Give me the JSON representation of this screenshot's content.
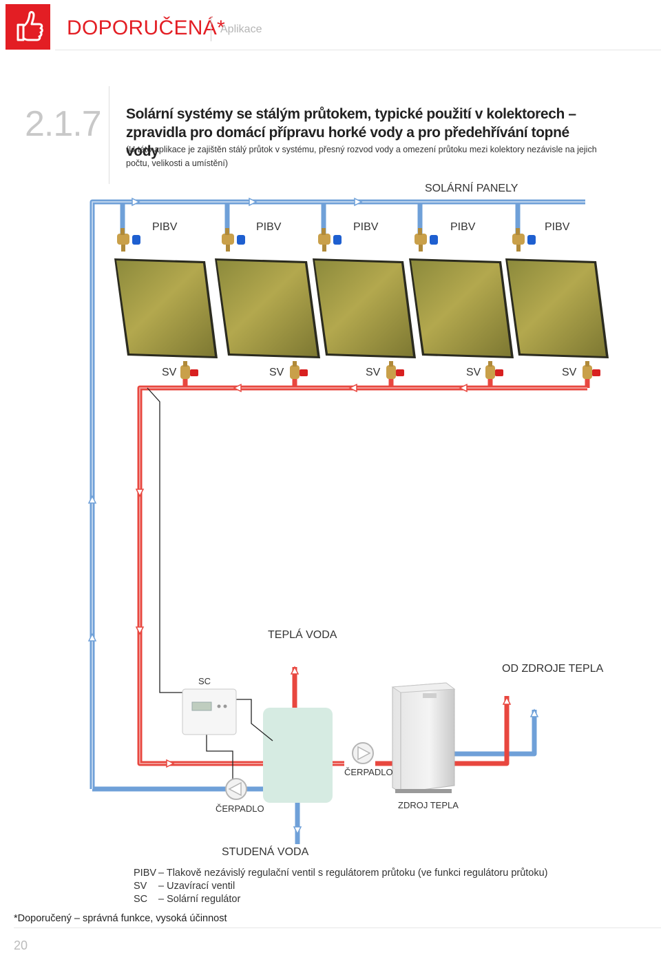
{
  "header": {
    "brand": "DOPORUČENÁ*",
    "category": "Aplikace"
  },
  "section": {
    "number": "2.1.7",
    "title": "Solární systémy se stálým průtokem, typické použití v kolektorech – zpravidla pro domácí přípravu horké vody a pro předehřívání topné vody",
    "subtitle": "(U této aplikace je zajištěn stálý průtok v systému, přesný rozvod vody a omezení průtoku mezi kolektory nezávisle na jejich počtu, velikosti a umístění)"
  },
  "diagram": {
    "panels_label": "SOLÁRNÍ PANELY",
    "pibv_labels": [
      "PIBV",
      "PIBV",
      "PIBV",
      "PIBV",
      "PIBV"
    ],
    "sv_labels": [
      "SV",
      "SV",
      "SV",
      "SV",
      "SV"
    ],
    "hot_water": "TEPLÁ VODA",
    "from_heat_source": "OD ZDROJE TEPLA",
    "controller": "SC",
    "pump_right": "ČERPADLO",
    "pump_left": "ČERPADLO",
    "heat_source": "ZDROJ TEPLA",
    "cold_water": "STUDENÁ VODA",
    "colors": {
      "cold_pipe": "#6fa0d8",
      "hot_pipe": "#e8473f",
      "tank": "#d6ebe2",
      "brand": "#e31e24"
    }
  },
  "legend": [
    {
      "code": "PIBV",
      "text": "– Tlakově nezávislý regulační ventil s regulátorem průtoku (ve funkci regulátoru průtoku)"
    },
    {
      "code": "SV",
      "text": "– Uzavírací ventil"
    },
    {
      "code": "SC",
      "text": "– Solární regulátor"
    }
  ],
  "footnote": "*Doporučený – správná funkce, vysoká účinnost",
  "page_number": "20"
}
